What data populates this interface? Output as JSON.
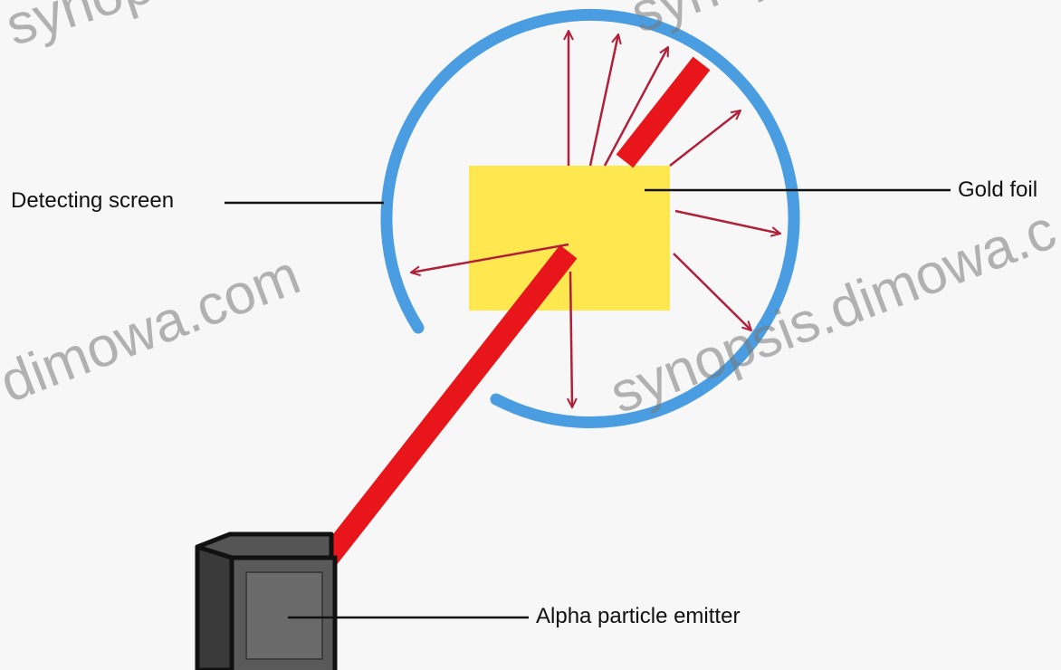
{
  "labels": {
    "detecting_screen": "Detecting screen",
    "gold_foil": "Gold foil",
    "emitter": "Alpha particle emitter"
  },
  "watermark": {
    "text": "synopsis.dimowa.com",
    "text_partial_top_left": "synops",
    "text_partial_top_center": "synops",
    "text_center": "dimowa.com",
    "text_right": "synopsis.dimowa.c"
  },
  "colors": {
    "screen": "#4a9de0",
    "foil": "#ffe84f",
    "beam": "#e8161a",
    "arrow": "#b0203a",
    "emitter": "#4d4d4d",
    "background": "#f7f7f7"
  }
}
